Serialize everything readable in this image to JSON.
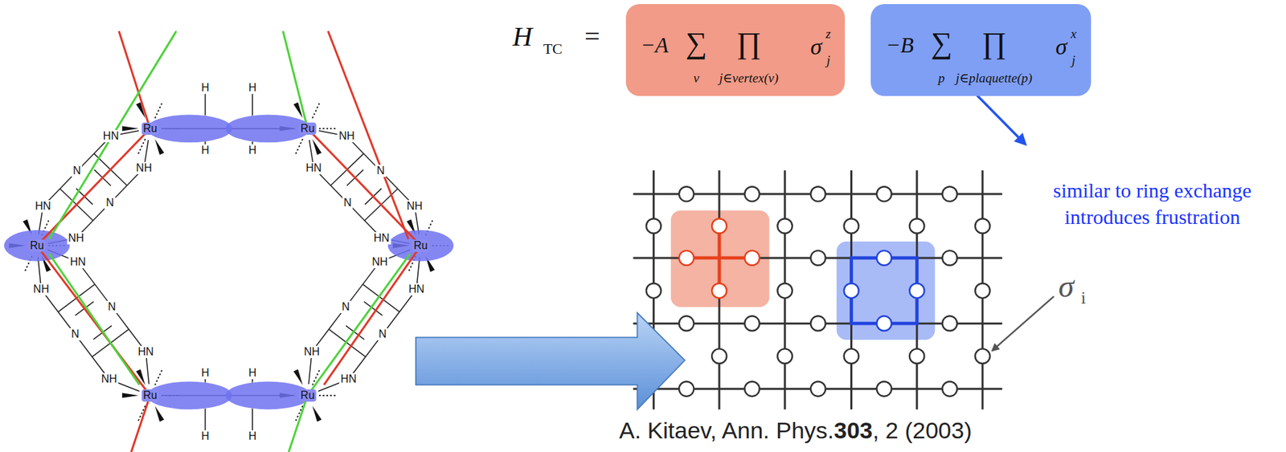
{
  "diagram": {
    "nodes": [
      {
        "text": [
          "−A",
          "∑",
          "v",
          "∏",
          "j∈vertex(v)",
          "σ",
          "z",
          "j"
        ]
      },
      {
        "text": [
          "−B",
          "∑",
          "p",
          "∏",
          "j∈plaquette(p)",
          "σ",
          "x",
          "j"
        ]
      }
    ],
    "labels": [
      "H",
      "TC",
      "=",
      "Ru",
      "H",
      "H",
      "H",
      "H",
      "Ru",
      "HN",
      "NH",
      "N",
      "N",
      "HN",
      "NH",
      "NH",
      "HN",
      "N",
      "N",
      "NH",
      "HN",
      "Ru",
      "Ru",
      "NH",
      "HN",
      "N",
      "N",
      "NH",
      "HN",
      "HN",
      "NH",
      "N",
      "N",
      "HN",
      "NH",
      "H",
      "H",
      "H",
      "H",
      "Ru",
      "Ru",
      "similar to ring exchange",
      "introduces frustration",
      "σ",
      "i",
      "A. Kitaev, Ann. Phys.",
      "303",
      ", 2 (2003)"
    ]
  }
}
